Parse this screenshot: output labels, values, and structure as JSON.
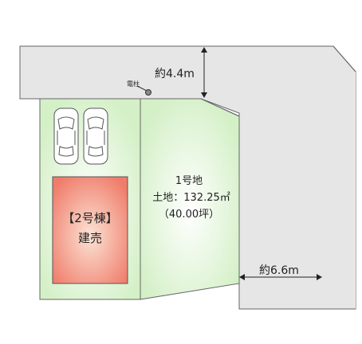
{
  "colors": {
    "road": "#e6e6e6",
    "lot_green": "#d4f0c7",
    "lot_glow": "#ffffff",
    "building_red": "#f07c6a",
    "building_glow": "#fbe3d5",
    "outline": "#666666",
    "car": "#ffffff"
  },
  "icons": {
    "pole": "utility-pole-icon",
    "car": "car-icon",
    "arrow": "dimension-arrow-icon"
  },
  "road_north_width": "約4.4m",
  "road_east_width": "約6.6m",
  "pole_label": "電柱",
  "lot1": {
    "title": "1号地",
    "area": "土地：132.25㎡",
    "tsubo": "（40.00坪）"
  },
  "building2": {
    "title": "【2号棟】",
    "status": "建売"
  }
}
